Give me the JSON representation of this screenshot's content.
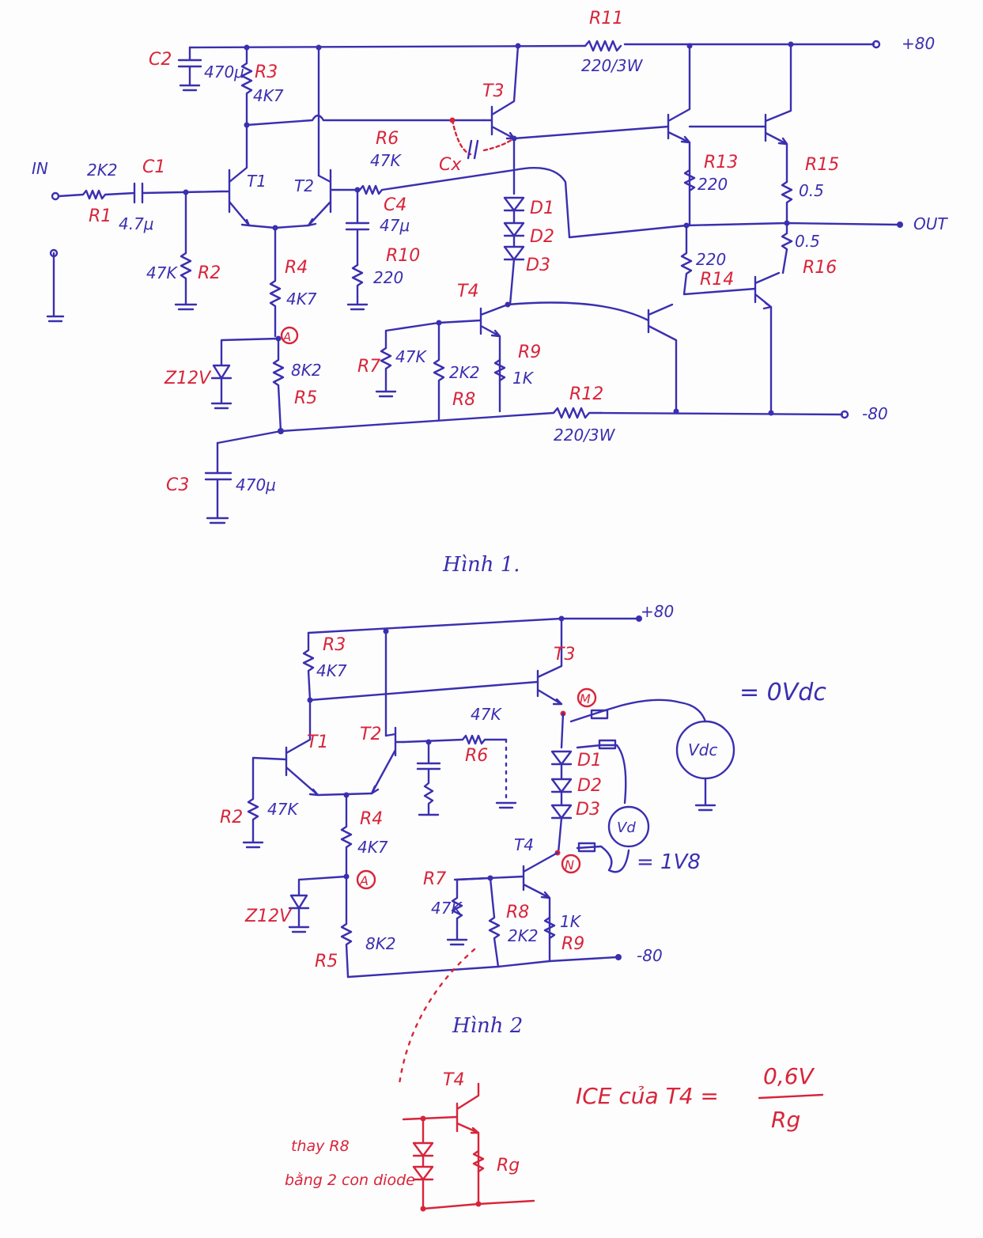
{
  "figure1": {
    "caption": "Hình 1.",
    "rails": {
      "plus": "+80",
      "minus": "-80",
      "input": "IN",
      "output": "OUT"
    },
    "resistors": {
      "R1": {
        "name": "R1",
        "value": "2K2"
      },
      "R2": {
        "name": "R2",
        "value": "47K"
      },
      "R3": {
        "name": "R3",
        "value": "4K7"
      },
      "R4": {
        "name": "R4",
        "value": "4K7"
      },
      "R5": {
        "name": "R5",
        "value": "8K2"
      },
      "R6": {
        "name": "R6",
        "value": "47K"
      },
      "R7": {
        "name": "R7",
        "value": "47K"
      },
      "R8": {
        "name": "R8",
        "value": "2K2"
      },
      "R9": {
        "name": "R9",
        "value": "1K"
      },
      "R10": {
        "name": "R10",
        "value": "220"
      },
      "R11": {
        "name": "R11",
        "value": "220/3W"
      },
      "R12": {
        "name": "R12",
        "value": "220/3W"
      },
      "R13": {
        "name": "R13",
        "value": "220"
      },
      "R14": {
        "name": "R14",
        "value": "220"
      },
      "R15": {
        "name": "R15",
        "value": "0.5"
      },
      "R16": {
        "name": "R16",
        "value": "0.5"
      }
    },
    "capacitors": {
      "C1": {
        "name": "C1",
        "value": "4.7μ"
      },
      "C2": {
        "name": "C2",
        "value": "470μ"
      },
      "C3": {
        "name": "C3",
        "value": "470μ"
      },
      "C4": {
        "name": "C4",
        "value": "47μ"
      },
      "Cx": {
        "name": "Cx",
        "value": ""
      }
    },
    "transistors": [
      "T1",
      "T2",
      "T3",
      "T4"
    ],
    "diodes": [
      "D1",
      "D2",
      "D3"
    ],
    "zener": "Z12V",
    "node_a": "A"
  },
  "figure2": {
    "caption": "Hình 2",
    "rails": {
      "plus": "+80",
      "minus": "-80"
    },
    "labels": {
      "R2": "R2",
      "R2_val": "47K",
      "R3": "R3",
      "R3_val": "4K7",
      "R4": "R4",
      "R4_val": "4K7",
      "R5": "R5",
      "R5_val": "8K2",
      "R6": "R6",
      "R6_val": "47K",
      "R7": "R7",
      "R7_val": "47K",
      "R8": "R8",
      "R8_val": "2K2",
      "R9": "R9",
      "R9_val": "1K",
      "T1": "T1",
      "T2": "T2",
      "T3": "T3",
      "T4": "T4",
      "D1": "D1",
      "D2": "D2",
      "D3": "D3",
      "zener": "Z12V",
      "node_a": "A",
      "node_m": "M",
      "node_n": "N"
    },
    "meter_vdc": {
      "label": "Vdc",
      "reading": "= 0Vdc"
    },
    "meter_vd": {
      "label": "Vd",
      "reading": "= 1V8"
    }
  },
  "figure3": {
    "t4": "T4",
    "r9": "Rg",
    "note_line1": "thay R8",
    "note_line2": "bằng 2 con diode",
    "formula_left": "ICE của T4 =",
    "formula_num": "0,6V",
    "formula_den": "Rg"
  }
}
